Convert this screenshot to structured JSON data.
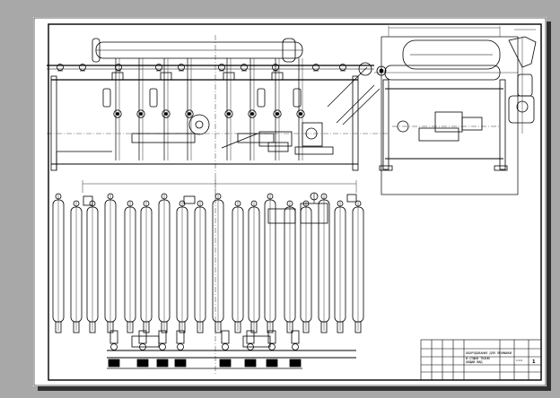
{
  "drawing": {
    "view": "cad-model-space",
    "background_color": "#a8a8a8",
    "sheet_color": "#ffffff",
    "line_color": "#000000",
    "shadow_color": "#303030"
  },
  "title_block": {
    "title_line_1": "ОБОРУДОВАНИЕ ДЛЯ ПРОМЫВКИ",
    "title_line_2": "И СУШКИ ТКАНИ",
    "title_line_3": "ОБЩИЙ ВИД",
    "scale": "1:10",
    "sheet_number": "1"
  },
  "views": [
    {
      "id": "front-view"
    },
    {
      "id": "side-view"
    },
    {
      "id": "plan-view"
    }
  ],
  "icons": {
    "roller": "roller-icon",
    "motor": "motor-icon",
    "tank": "tank-icon",
    "gearbox": "gearbox-icon"
  }
}
